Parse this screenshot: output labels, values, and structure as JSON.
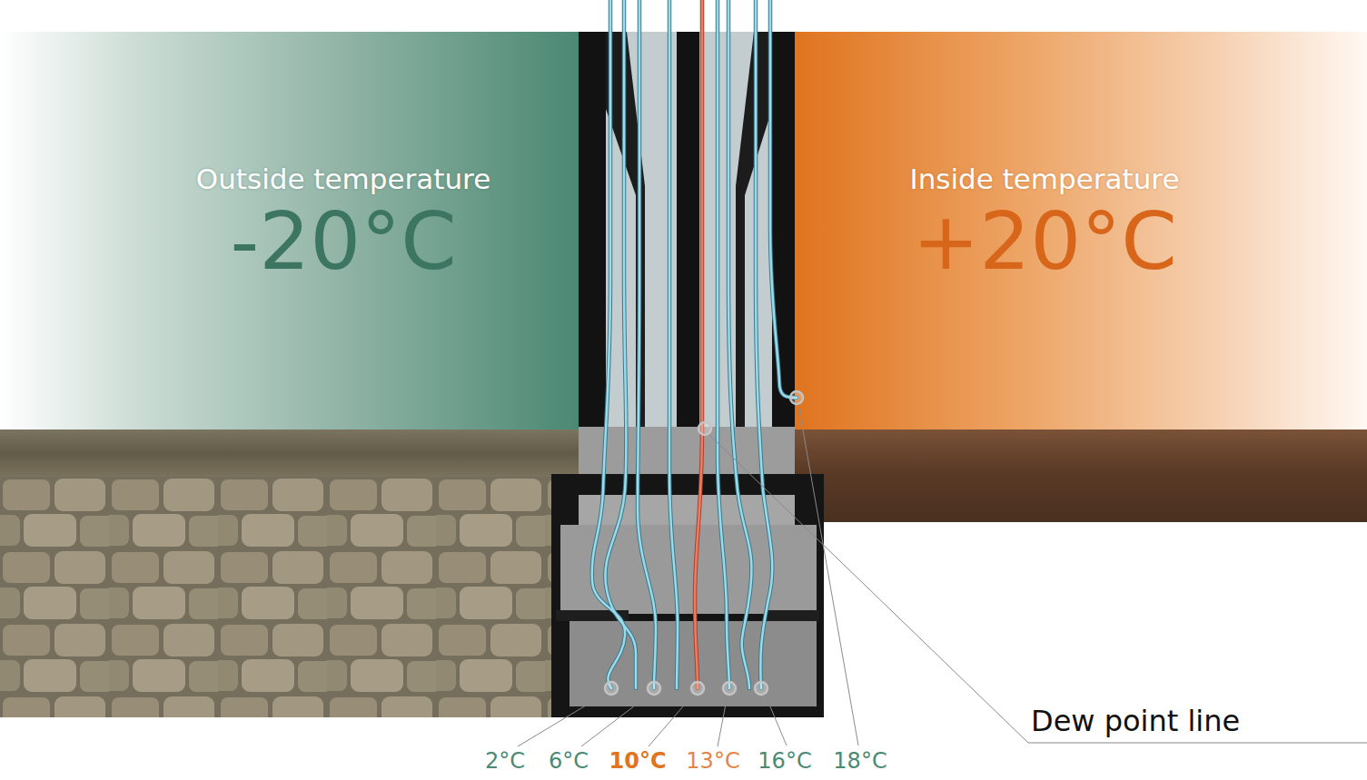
{
  "diagram": {
    "nodes": [
      {
        "text": [
          "Outside temperature",
          "-20°C"
        ]
      },
      {
        "text": [
          "Inside temperature",
          "+20°C"
        ]
      }
    ],
    "labels": [
      "2°C",
      "6°C",
      "10°C",
      "13°C",
      "16°C",
      "18°C",
      "Dew point line"
    ]
  }
}
